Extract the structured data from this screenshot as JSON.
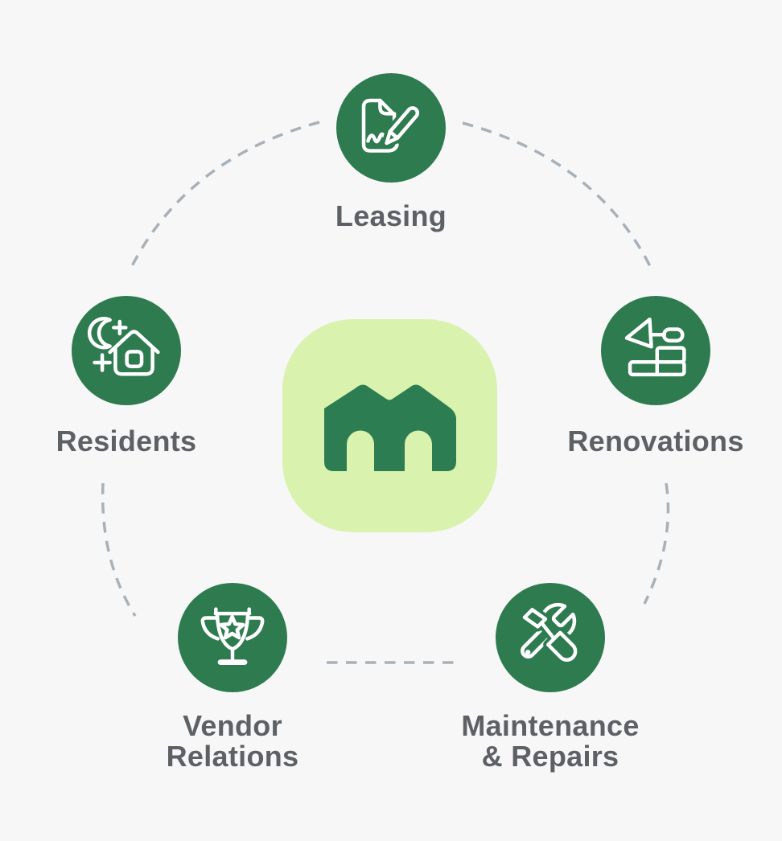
{
  "diagram_title": "Property management services wheel",
  "colors": {
    "background": "#f7f7f8",
    "node_green": "#2d7b4f",
    "logo_green": "#2c7e52",
    "logo_tile_green": "#d9f2ad",
    "label_gray": "#5d6165",
    "dash_gray": "#a9b1b8",
    "icon_stroke": "#ffffff"
  },
  "center": {
    "logo_icon": "m-houses-logo"
  },
  "nodes": [
    {
      "id": "leasing",
      "icon": "contract-signing-icon",
      "label_lines": [
        "Leasing",
        ""
      ]
    },
    {
      "id": "residents",
      "icon": "house-moon-icon",
      "label_lines": [
        "Residents",
        ""
      ]
    },
    {
      "id": "renovations",
      "icon": "trowel-bricks-icon",
      "label_lines": [
        "Renovations",
        ""
      ]
    },
    {
      "id": "vendor-relations",
      "icon": "trophy-star-icon",
      "label_lines": [
        "Vendor",
        "Relations"
      ]
    },
    {
      "id": "maintenance-repairs",
      "icon": "screwdriver-wrench-icon",
      "label_lines": [
        "Maintenance",
        "& Repairs"
      ]
    }
  ],
  "connectors": [
    "leasing-residents",
    "leasing-renovations",
    "residents-vendor-relations",
    "renovations-maintenance-repairs",
    "vendor-relations-maintenance-repairs"
  ]
}
